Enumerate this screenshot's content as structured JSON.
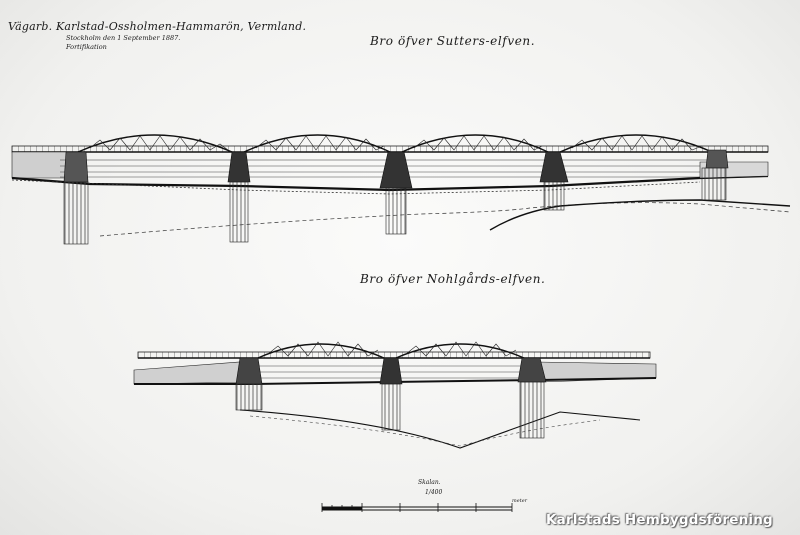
{
  "header": {
    "title": "Vägarb. Karlstad-Ossholmen-Hammarön, Vermland.",
    "date_line": "Stockholm den 1 September 1887.",
    "signature": "Fortifikation"
  },
  "drawings": {
    "upper_title": "Bro öfver Sutters-elfven.",
    "lower_title": "Bro öfver Nohlgårds-elfven."
  },
  "scale": {
    "label": "Skalan.",
    "ratio": "1/400",
    "unit": "meter"
  },
  "watermark": "Karlstads Hembygdsförening"
}
